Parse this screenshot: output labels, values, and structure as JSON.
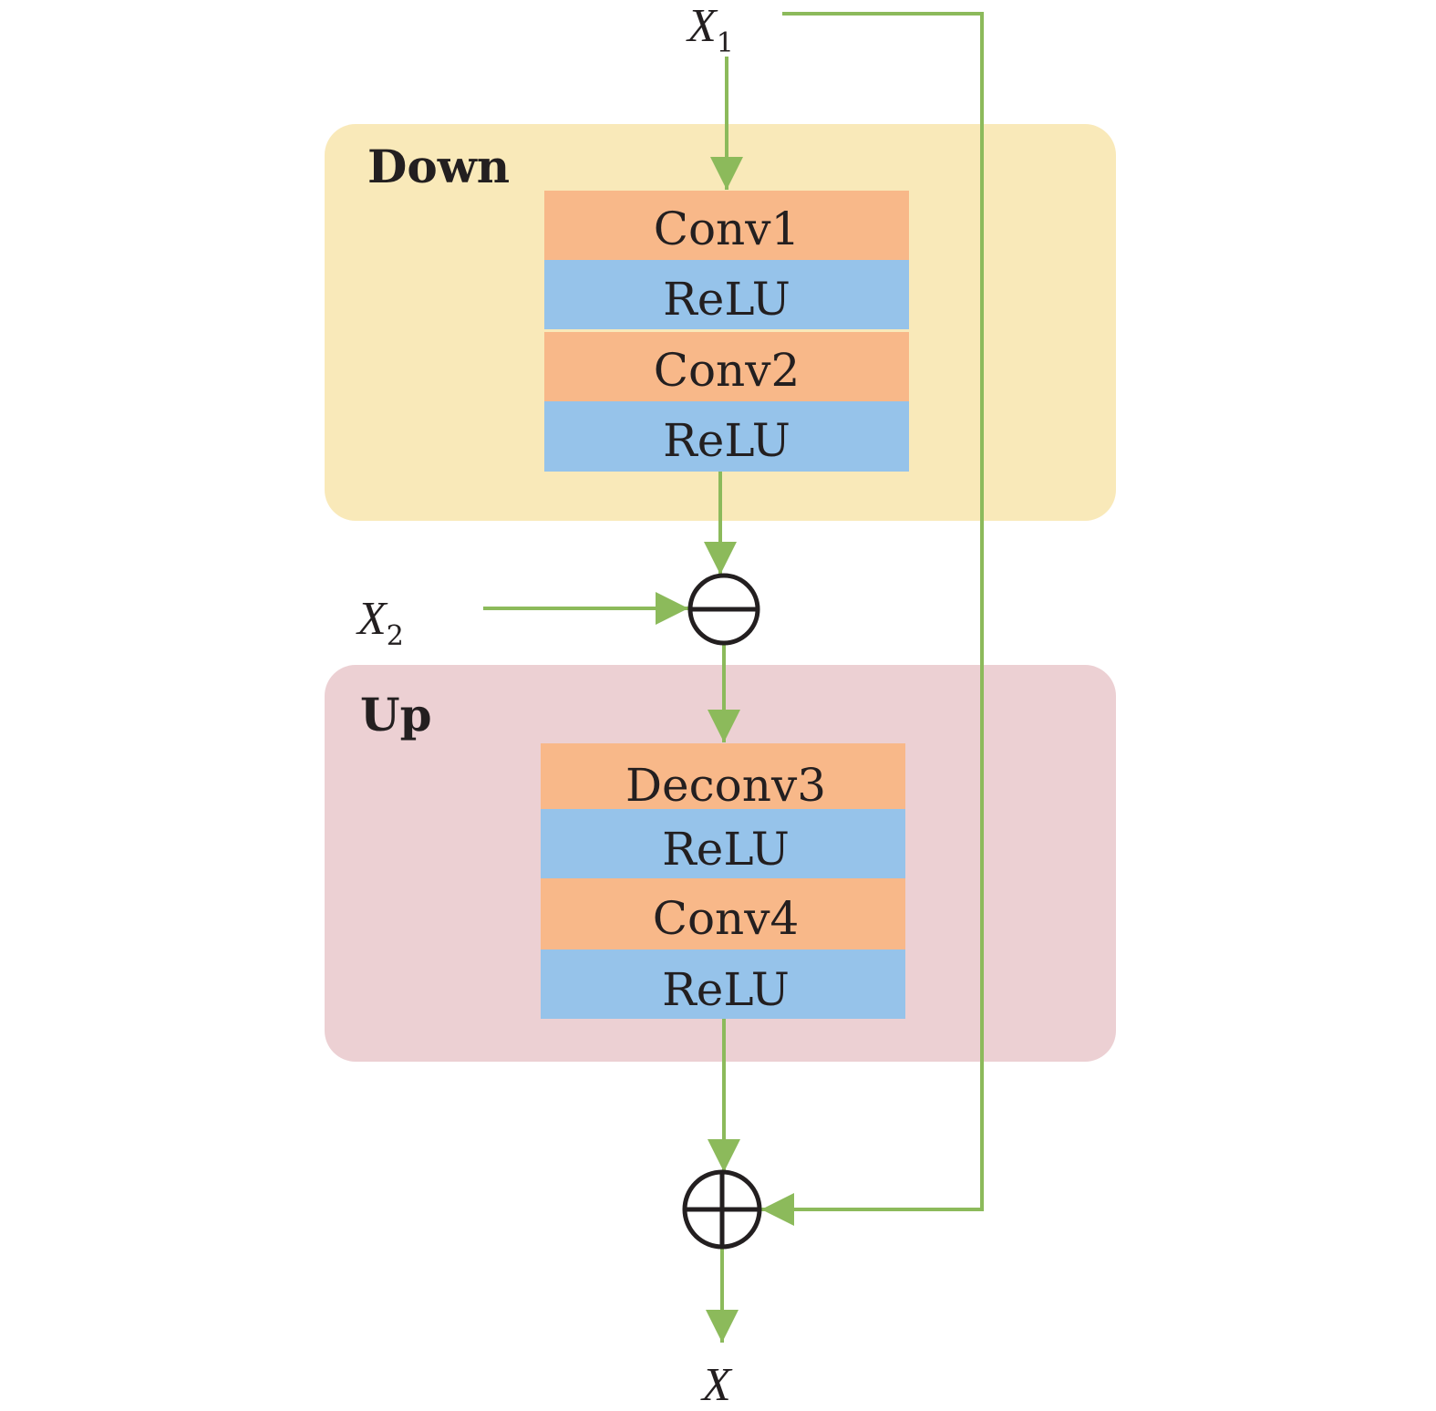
{
  "colors": {
    "down_panel": "#f9e9b9",
    "up_panel": "#ecd0d3",
    "conv_layer": "#f8b889",
    "relu_layer": "#96c3ea",
    "arrow": "#8cba5b",
    "operator": "#231f20",
    "text": "#231f20"
  },
  "inputs": {
    "x1": {
      "base": "X",
      "sub": "1"
    },
    "x2": {
      "base": "X",
      "sub": "2"
    }
  },
  "output": {
    "label": "X"
  },
  "down_block": {
    "title": "Down",
    "layers": [
      {
        "label": "Conv1",
        "kind": "conv"
      },
      {
        "label": "ReLU",
        "kind": "relu"
      },
      {
        "label": "Conv2",
        "kind": "conv"
      },
      {
        "label": "ReLU",
        "kind": "relu"
      }
    ]
  },
  "up_block": {
    "title": "Up",
    "layers": [
      {
        "label": "Deconv3",
        "kind": "conv"
      },
      {
        "label": "ReLU",
        "kind": "relu"
      },
      {
        "label": "Conv4",
        "kind": "conv"
      },
      {
        "label": "ReLU",
        "kind": "relu"
      }
    ]
  },
  "operators": {
    "subtract": {
      "symbol": "minus"
    },
    "add": {
      "symbol": "plus"
    }
  }
}
